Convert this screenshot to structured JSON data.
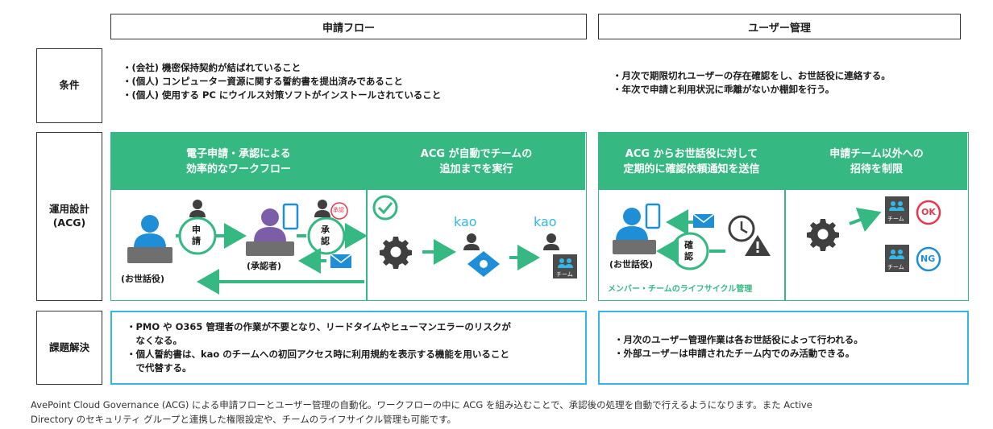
{
  "headers": {
    "flow": "申請フロー",
    "user": "ユーザー管理"
  },
  "rows": {
    "conditions": "条件",
    "design": "運用設計\n(ACG)",
    "issues": "課題解決"
  },
  "conditions": {
    "flow": [
      "・(会社) 機密保持契約が結ばれていること",
      "・(個人) コンピューター資源に関する誓約書を提出済みであること",
      "・(個人) 使用する PC にウイルス対策ソフトがインストールされていること"
    ],
    "user": [
      "・月次で期限切れユーザーの存在確認をし、お世話役に連絡する。",
      "・年次で申請と利用状況に乖離がないか棚卸を行う。"
    ]
  },
  "design": {
    "heads": [
      "電子申請・承認による\n効率的なワークフロー",
      "ACG が自動でチームの\n追加までを実行",
      "ACG からお世話役に対して\n定期的に確認依頼通知を送信",
      "申請チーム以外への\n招待を制限"
    ],
    "labels": {
      "sewayaku1": "(お世話役)",
      "approver": "(承認者)",
      "apply": "申\n請",
      "approve": "承\n認",
      "stamp": "承認",
      "kao1": "kao",
      "kao2": "kao",
      "team1": "チーム",
      "sewayaku2": "(お世話役)",
      "confirm": "確\n認",
      "lifecycle": "メンバー・チームのライフサイクル管理",
      "team_ok": "チーム",
      "team_ng": "チーム",
      "ok": "OK",
      "ng": "NG"
    }
  },
  "issues": {
    "flow": [
      "・PMO や O365 管理者の作業が不要となり、リードタイムやヒューマンエラーのリスクが",
      "　なくなる。",
      "・個人誓約書は、kao のチームへの初回アクセス時に利用規約を表示する機能を用いること",
      "　で代替する。"
    ],
    "user": [
      "・月次のユーザー管理作業は各お世話役によって行われる。",
      "・外部ユーザーは申請されたチーム内でのみ活動できる。"
    ]
  },
  "caption": [
    "AvePoint Cloud Governance (ACG) による申請フローとユーザー管理の自動化。ワークフローの中に ACG を組み込むことで、承認後の処理を自動で行えるようになります。また Active",
    "Directory のセキュリティ グループと連携した権限設定や、チームのライフサイクル管理も可能です。"
  ],
  "colors": {
    "green": "#35b882",
    "blue": "#31b8e6",
    "person": "#1e8fd6",
    "approver": "#7b5ea7",
    "gray": "#3f3f3f",
    "red": "#e8384f"
  }
}
